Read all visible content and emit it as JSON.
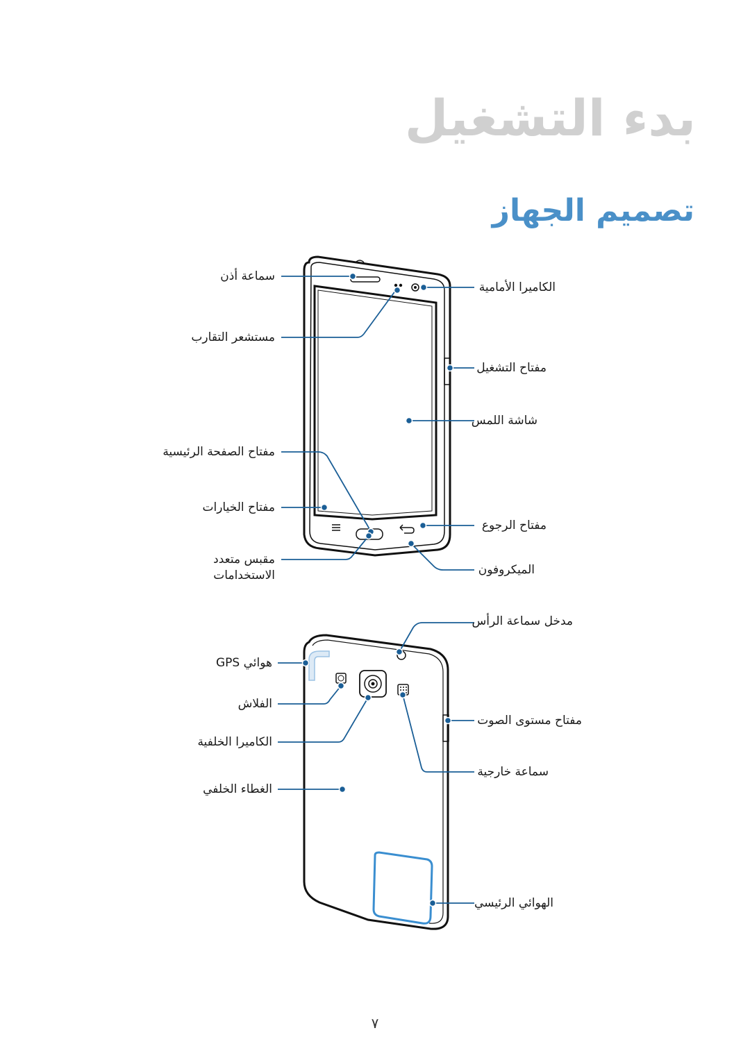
{
  "page": {
    "chapter_title": "بدء التشغيل",
    "section_title": "تصميم الجهاز",
    "page_number": "٧"
  },
  "front_labels": {
    "earpiece": "سماعة أذن",
    "proximity_sensor": "مستشعر التقارب",
    "home_key": "مفتاح الصفحة الرئيسية",
    "menu_key": "مفتاح الخيارات",
    "mf_jack_line1": "مقبس متعدد",
    "mf_jack_line2": "الاستخدامات",
    "front_camera": "الكاميرا الأمامية",
    "power_key": "مفتاح التشغيل",
    "touch_screen": "شاشة اللمس",
    "back_key": "مفتاح الرجوع",
    "microphone": "الميكروفون"
  },
  "back_labels": {
    "headset_jack": "مدخل سماعة الرأس",
    "gps_antenna": "هوائي GPS",
    "flash": "الفلاش",
    "rear_camera": "الكاميرا الخلفية",
    "back_cover": "الغطاء الخلفي",
    "volume_key": "مفتاح مستوى الصوت",
    "speaker": "سماعة خارجية",
    "main_antenna": "الهوائي الرئيسي"
  },
  "colors": {
    "callout_line": "#1a5e96",
    "callout_dot": "#1a5e96",
    "antenna_outline": "#3a8ed0",
    "section_title": "#4a90c8",
    "chapter_title": "#d0d0d0"
  }
}
